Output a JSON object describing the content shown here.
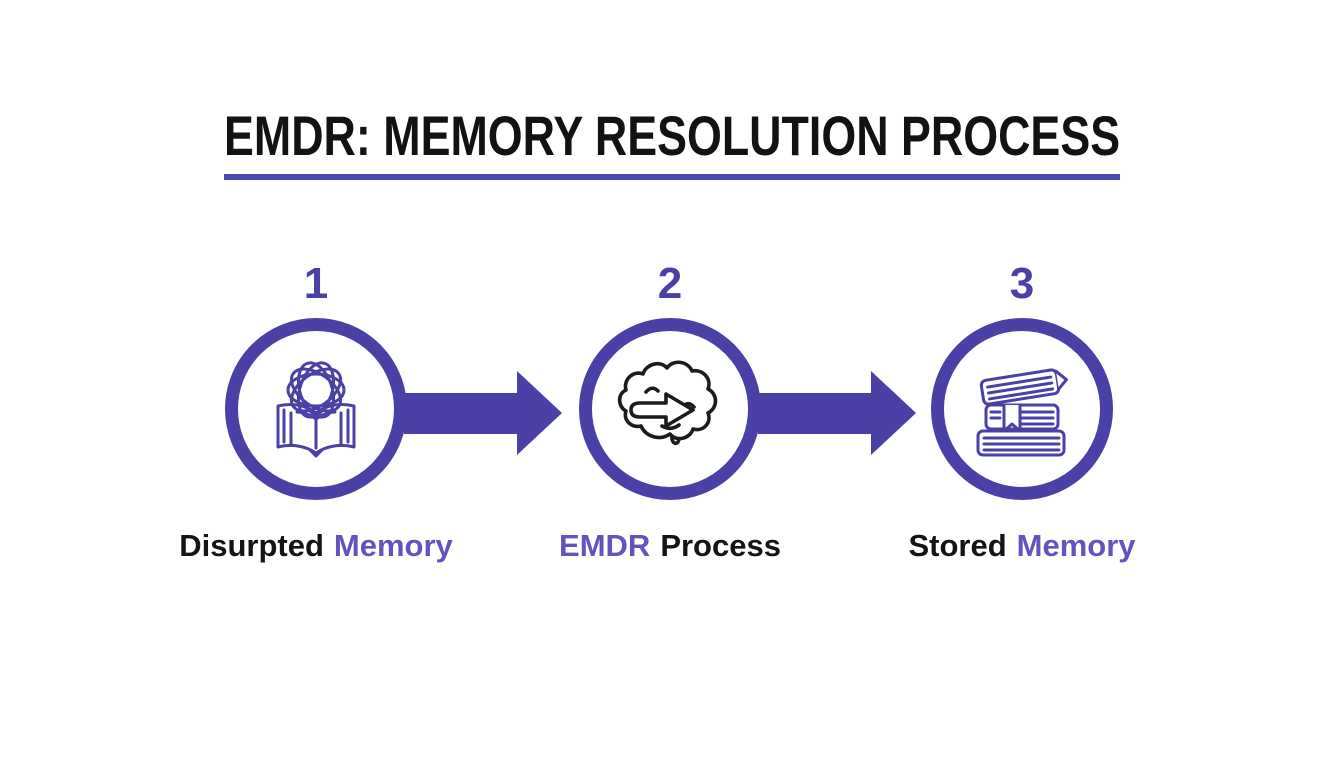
{
  "title": "EMDR: MEMORY RESOLUTION PROCESS",
  "steps": [
    {
      "number": "1",
      "icon": "tangled-memory-book-icon",
      "label": [
        {
          "text": "Disurpted",
          "accent": false
        },
        {
          "text": "Memory",
          "accent": true
        }
      ]
    },
    {
      "number": "2",
      "icon": "brain-reprocessing-arrow-icon",
      "label": [
        {
          "text": "EMDR",
          "accent": true
        },
        {
          "text": "Process",
          "accent": false
        }
      ]
    },
    {
      "number": "3",
      "icon": "stacked-books-icon",
      "label": [
        {
          "text": "Stored",
          "accent": false
        },
        {
          "text": "Memory",
          "accent": true
        }
      ]
    }
  ],
  "colors": {
    "accent": "#4a40a6",
    "accent-light": "#6751bf",
    "underline": "#4d4aad",
    "ink": "#141414"
  }
}
